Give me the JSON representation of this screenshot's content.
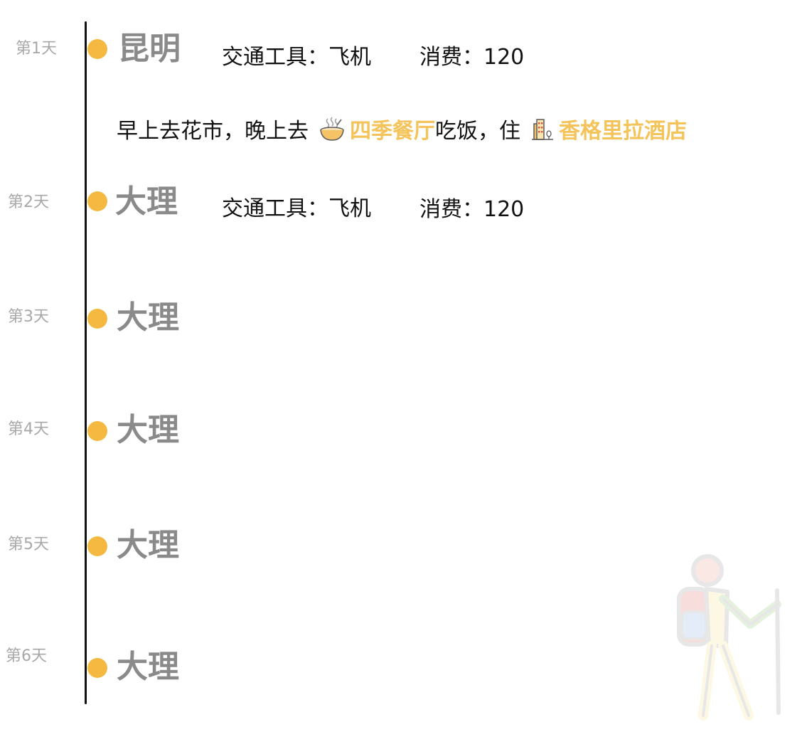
{
  "colors": {
    "accent": "#f5b840",
    "place_highlight": "#f4c35a",
    "city": "#8a8a8a",
    "day_label": "#a8a8a8",
    "timeline": "#111111"
  },
  "days": [
    {
      "label": "第1天",
      "city": "昆明",
      "transport": "交通工具：飞机",
      "cost": "消费：120",
      "description": {
        "part1": "早上去花市，晚上去",
        "restaurant_icon": "noodle-bowl-icon",
        "restaurant": "四季餐厅",
        "part2": "吃饭，住",
        "hotel_icon": "hotel-building-icon",
        "hotel": "香格里拉酒店"
      }
    },
    {
      "label": "第2天",
      "city": "大理",
      "transport": "交通工具：飞机",
      "cost": "消费：120"
    },
    {
      "label": "第3天",
      "city": "大理"
    },
    {
      "label": "第4天",
      "city": "大理"
    },
    {
      "label": "第5天",
      "city": "大理"
    },
    {
      "label": "第6天",
      "city": "大理"
    }
  ],
  "decoration": {
    "icon": "hiker-illustration-icon"
  }
}
